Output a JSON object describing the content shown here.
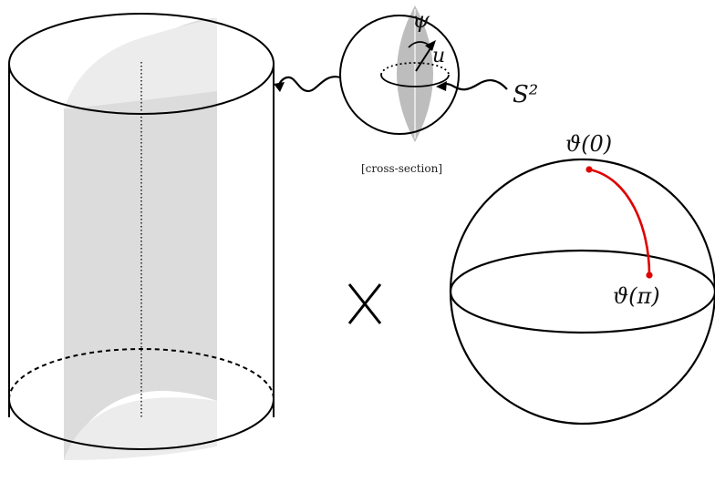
{
  "labels": {
    "psi": "ψ",
    "u": "u",
    "s2": "S²",
    "cross_section": "[cross-section]",
    "theta0": "ϑ(0)",
    "theta_pi": "ϑ(π)",
    "times": "×"
  },
  "colors": {
    "stroke": "#000000",
    "sheet": "#d9d9d9",
    "sheet_light": "#ececec",
    "lens": "#bdbdbd",
    "curve": "#e00000"
  }
}
